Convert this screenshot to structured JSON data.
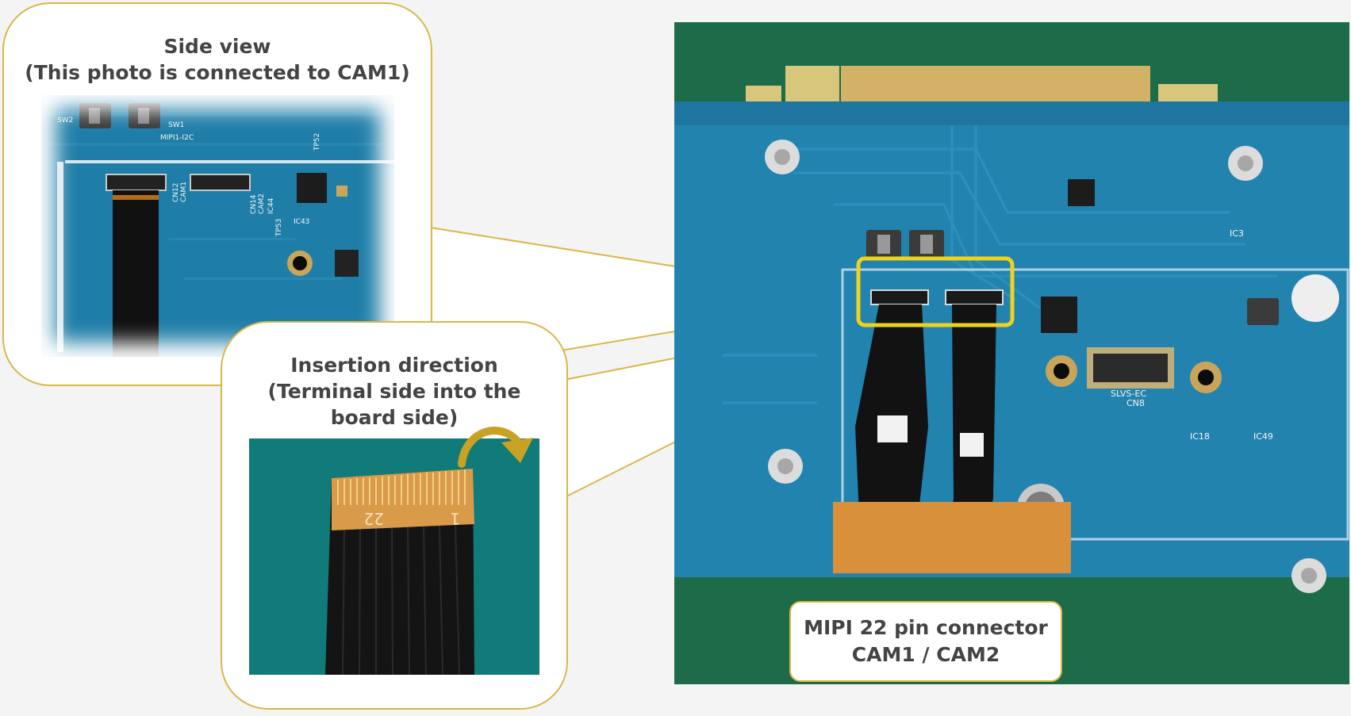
{
  "callouts": {
    "side_view": {
      "line1": "Side view",
      "line2": "(This photo is connected to CAM1)"
    },
    "insertion": {
      "line1": "Insertion direction",
      "line2": "(Terminal side into the",
      "line3": "board side)"
    }
  },
  "connector_label": {
    "line1": "MIPI 22 pin connector",
    "line2": "CAM1 / CAM2"
  },
  "photo_text": {
    "cable_pin_22": "22",
    "cable_pin_1": "1",
    "side_cn12": "CN12",
    "side_cam1": "CAM1",
    "side_cn14": "CN14",
    "side_cam2": "CAM2",
    "side_mipi": "MIPI1-I2C",
    "side_sw1": "SW1",
    "side_sw2": "SW2",
    "side_ic44": "IC44",
    "side_tp52": "TP52",
    "side_tp53": "TP53",
    "side_ic43": "IC43",
    "board_cn8": "CN8",
    "board_slvs": "SLVS-EC",
    "board_ic18": "IC18",
    "board_ic49": "IC49",
    "board_ic3": "IC3"
  },
  "colors": {
    "accent": "#d9b74a",
    "pcb_blue": "#1f7ea8",
    "mat_green": "#1d6b48",
    "cable_bg": "#117b7a",
    "text": "#444444"
  }
}
